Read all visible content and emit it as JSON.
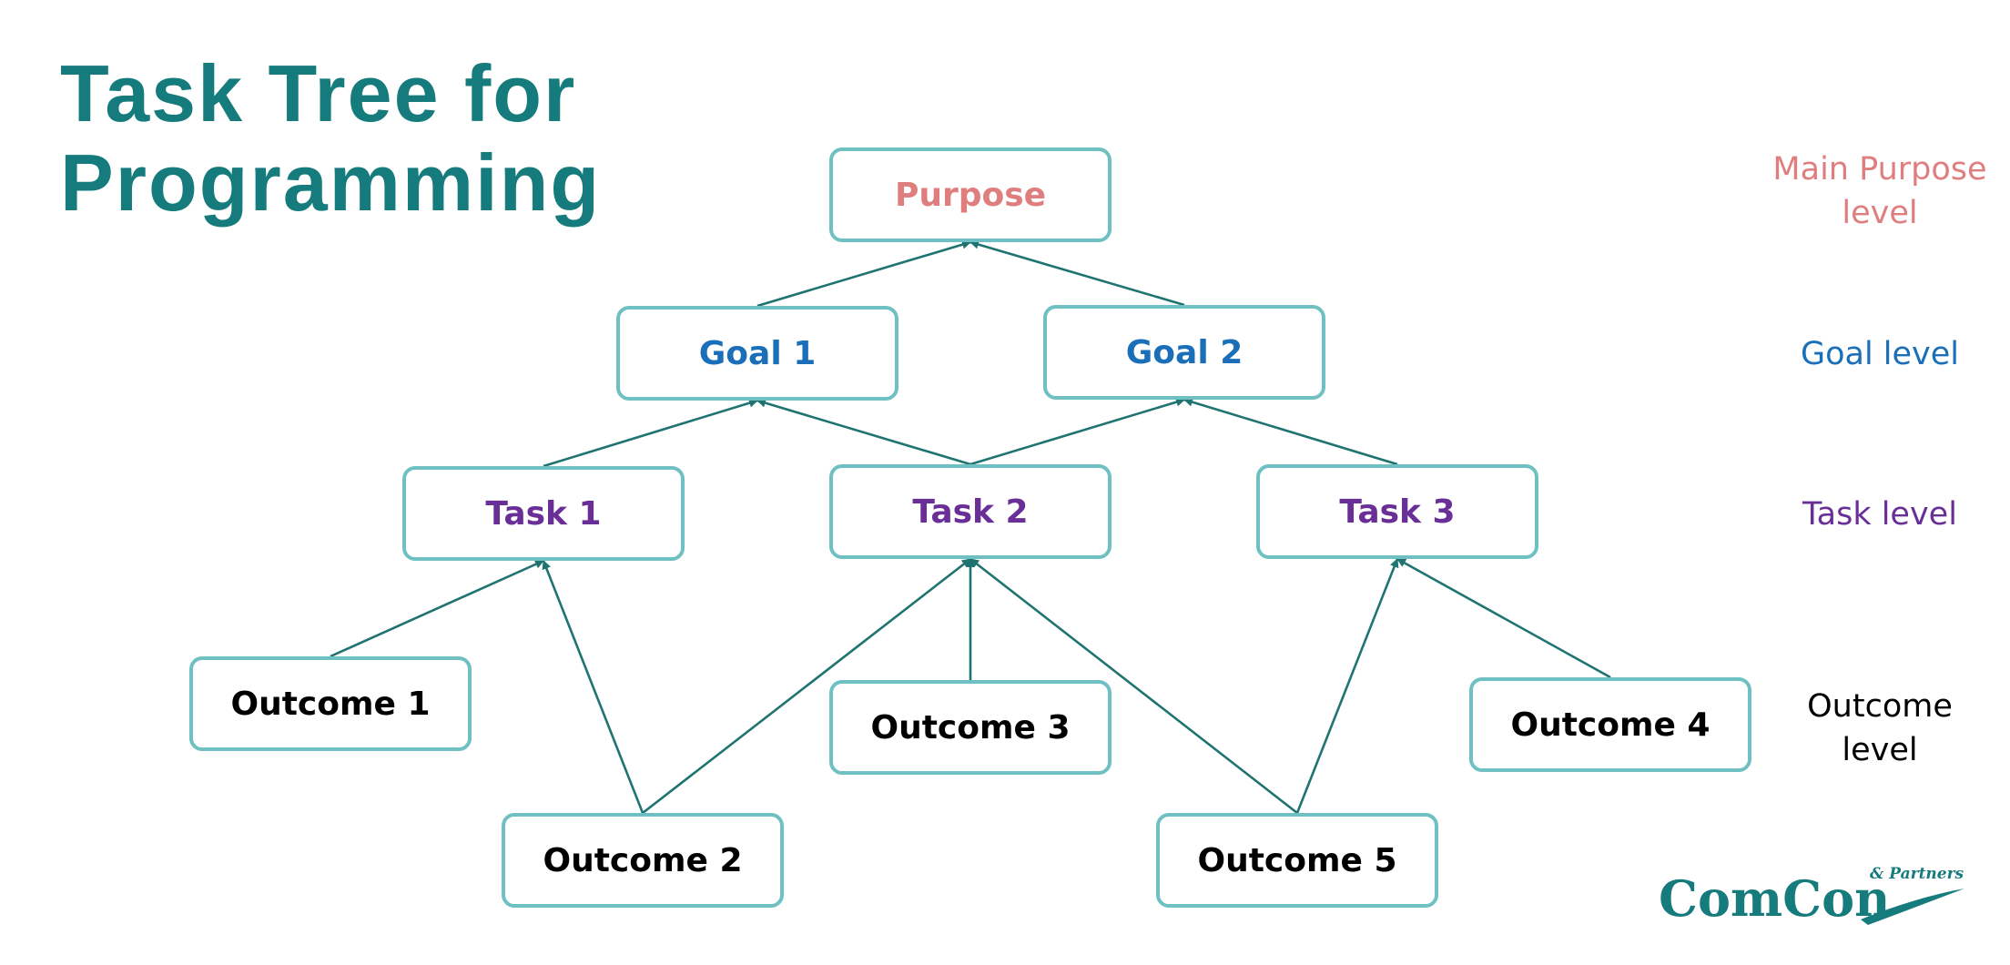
{
  "title": {
    "line1": "Task Tree for",
    "line2": "Programming"
  },
  "nodes": {
    "purpose": "Purpose",
    "goal1": "Goal 1",
    "goal2": "Goal 2",
    "task1": "Task 1",
    "task2": "Task 2",
    "task3": "Task 3",
    "outcome1": "Outcome 1",
    "outcome2": "Outcome 2",
    "outcome3": "Outcome 3",
    "outcome4": "Outcome 4",
    "outcome5": "Outcome 5"
  },
  "edges": [
    {
      "from": "goal1",
      "to": "purpose"
    },
    {
      "from": "goal2",
      "to": "purpose"
    },
    {
      "from": "task1",
      "to": "goal1"
    },
    {
      "from": "task2",
      "to": "goal1"
    },
    {
      "from": "task2",
      "to": "goal2"
    },
    {
      "from": "task3",
      "to": "goal2"
    },
    {
      "from": "outcome1",
      "to": "task1"
    },
    {
      "from": "outcome2",
      "to": "task1"
    },
    {
      "from": "outcome2",
      "to": "task2"
    },
    {
      "from": "outcome3",
      "to": "task2"
    },
    {
      "from": "outcome5",
      "to": "task2"
    },
    {
      "from": "outcome5",
      "to": "task3"
    },
    {
      "from": "outcome4",
      "to": "task3"
    }
  ],
  "levels": {
    "purpose_line1": "Main Purpose",
    "purpose_line2": "level",
    "goal": "Goal level",
    "task": "Task level",
    "outcome_line1": "Outcome",
    "outcome_line2": "level"
  },
  "logo": {
    "name": "ComCon",
    "partners": "& Partners"
  },
  "colors": {
    "title": "#167b7c",
    "purpose": "#df7e7f",
    "goal": "#1a6fb8",
    "task": "#6a2f97",
    "outcome": "#000000",
    "node_border": "#6fc0c3",
    "edge": "#1f7472"
  }
}
